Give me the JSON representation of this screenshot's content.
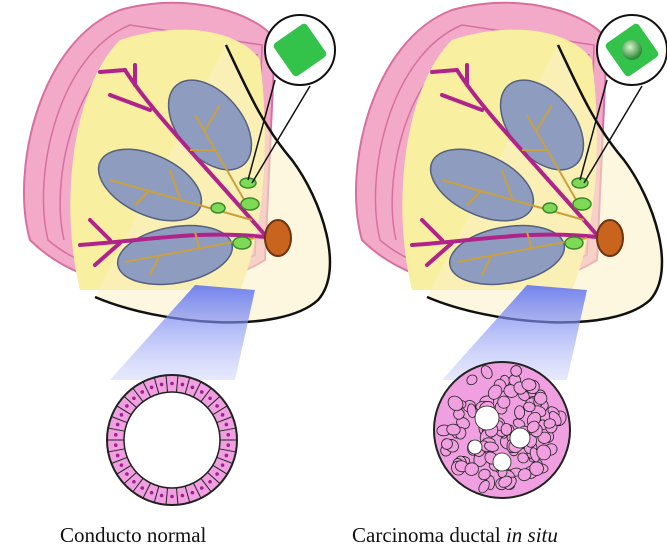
{
  "captions": {
    "left": "Conducto normal",
    "right_main": "Carcinoma ductal",
    "right_italic": "in situ"
  },
  "colors": {
    "skin_pink": "#f2aac8",
    "breast_fill": "#fbf0c6",
    "fat_yellow": "#f8f0a0",
    "lobule_blue": "#8e9cc0",
    "duct_magenta": "#b0238a",
    "duct_green": "#7ed957",
    "nipple": "#c8641e",
    "cell_pink": "#f0a0e0",
    "cone_blue": "#7f8ef0"
  }
}
